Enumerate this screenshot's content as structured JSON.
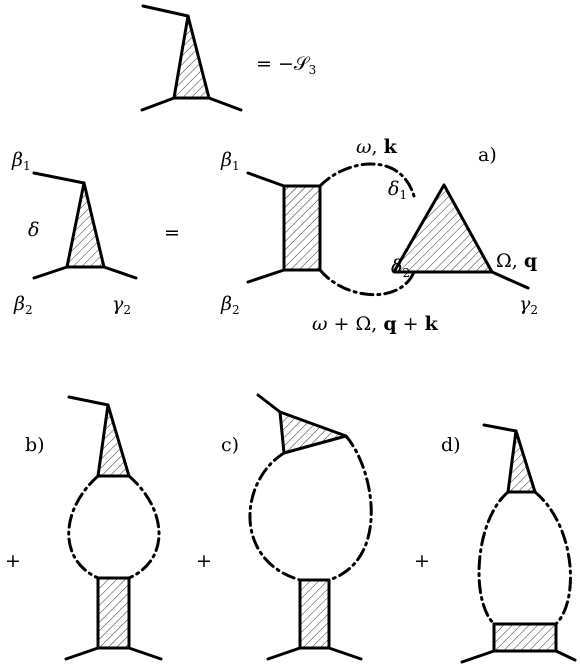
{
  "colors": {
    "ink": "#000000",
    "hatch_fill": "#d9d9d9",
    "background": "#ffffff"
  },
  "top": {
    "equals_label": "= −",
    "S_symbol": "𝒮",
    "S_sub": "3"
  },
  "equation": {
    "beta1_sym": "β",
    "beta1_sub": "1",
    "beta2_sym": "β",
    "beta2_sub": "2",
    "delta_sym": "δ",
    "gamma2_sym": "γ",
    "gamma2_sub": "2",
    "equals": "="
  },
  "term_a": {
    "tag": "a)",
    "beta1_sym": "β",
    "beta1_sub": "1",
    "beta2_sym": "β",
    "beta2_sub": "2",
    "delta1_sym": "δ",
    "delta1_sub": "1",
    "delta2_sym": "δ",
    "delta2_sub": "2",
    "gamma2_sym": "γ",
    "gamma2_sub": "2",
    "upper_omega": "ω",
    "upper_sep": ", ",
    "upper_k": "k",
    "lower_expr_it": "ω",
    "lower_expr_rm": " + Ω, ",
    "lower_q": "q",
    "lower_plus": " + ",
    "lower_k": "k",
    "right_Omega": "Ω, ",
    "right_q": "q"
  },
  "term_b": {
    "tag": "b)",
    "plus": "+"
  },
  "term_c": {
    "tag": "c)",
    "plus": "+"
  },
  "term_d": {
    "tag": "d)",
    "plus": "+"
  }
}
